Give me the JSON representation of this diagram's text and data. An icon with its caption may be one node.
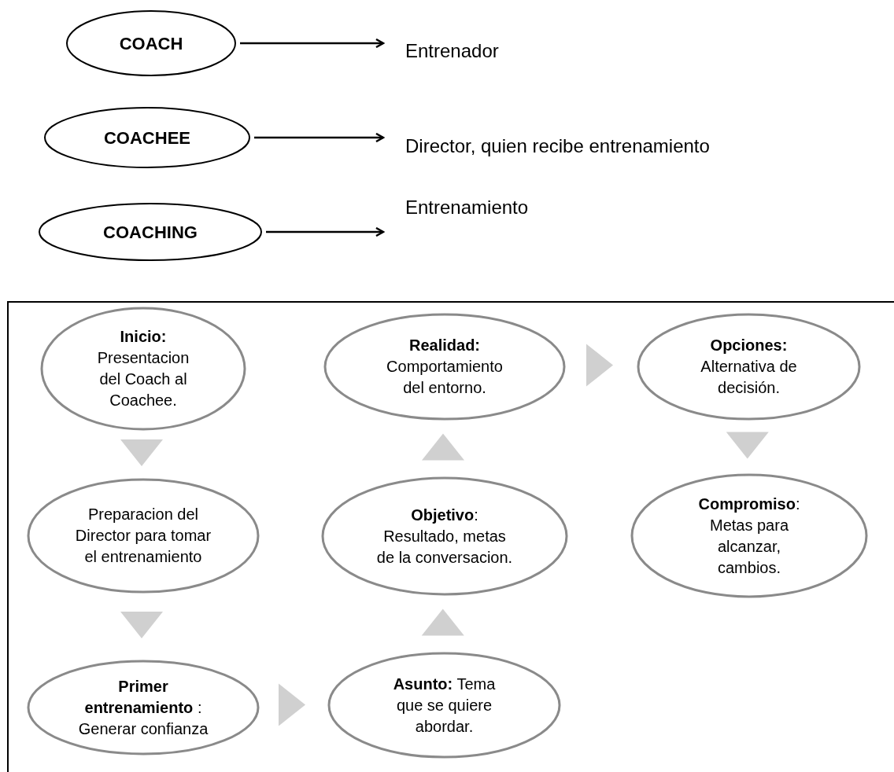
{
  "diagram": {
    "nodes": [
      {
        "text": [
          "COACH"
        ]
      },
      {
        "text": [
          "Entrenador"
        ]
      },
      {
        "text": [
          "COACHEE"
        ]
      },
      {
        "text": [
          "Director, quien recibe entrenamiento"
        ]
      },
      {
        "text": [
          "COACHING"
        ]
      },
      {
        "text": [
          "Entrenamiento"
        ]
      },
      {
        "text": [],
        "shape": "box"
      },
      {
        "text": [
          "**Inicio:** Presentacion del Coach al Coachee."
        ],
        "in": 6
      },
      {
        "text": [
          "Preparacion del Director para tomar el entrenamiento"
        ],
        "in": 6
      },
      {
        "text": [
          "**Primer entrenamiento** : Generar confianza"
        ],
        "in": 6
      },
      {
        "text": [
          "**Asunto:** Tema que se quiere abordar."
        ],
        "in": 6
      },
      {
        "text": [
          "**Objetivo**: Resultado, metas de la conversacion."
        ],
        "in": 6
      },
      {
        "text": [
          "**Realidad:** Comportamiento del entorno."
        ],
        "in": 6
      },
      {
        "text": [
          "**Opciones:** Alternativa de decisión."
        ],
        "in": 6
      },
      {
        "text": [
          "**Compromiso**: Metas para alcanzar, cambios."
        ],
        "in": 6
      }
    ],
    "edges": [
      {
        "from": 0,
        "to": 1,
        "arrow": "to",
        "color": "#000000"
      },
      {
        "from": 2,
        "to": 3,
        "arrow": "to",
        "color": "#000000"
      },
      {
        "from": 4,
        "to": 5,
        "arrow": "to",
        "color": "#000000"
      },
      {
        "from": 7,
        "to": 8,
        "arrow": "to"
      },
      {
        "from": 8,
        "to": 9,
        "arrow": "to"
      },
      {
        "from": 9,
        "to": 10,
        "arrow": "to"
      },
      {
        "from": 10,
        "to": 11,
        "arrow": "to"
      },
      {
        "from": 11,
        "to": 12,
        "arrow": "to"
      },
      {
        "from": 12,
        "to": 13,
        "arrow": "to"
      },
      {
        "from": 13,
        "to": 14,
        "arrow": "to"
      }
    ]
  }
}
